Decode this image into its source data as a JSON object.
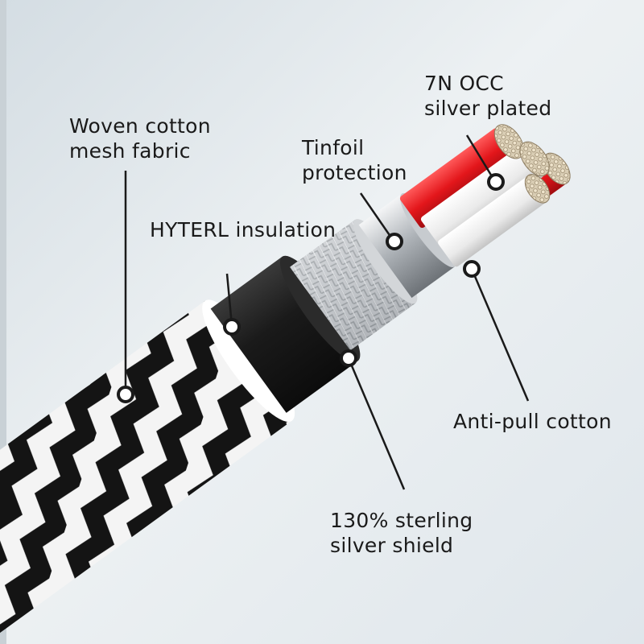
{
  "labels": {
    "occ": {
      "line1": "7N OCC",
      "line2": "silver plated"
    },
    "tinfoil": {
      "line1": "Tinfoil",
      "line2": "protection"
    },
    "woven": {
      "line1": "Woven cotton",
      "line2": "mesh fabric"
    },
    "hyterl": {
      "line1": "HYTERL insulation"
    },
    "anti_pull": {
      "line1": "Anti-pull cotton"
    },
    "shield": {
      "line1": "130% sterling",
      "line2": "silver shield"
    }
  },
  "colors": {
    "background": "#dfe6ea",
    "braid_white": "#f4f4f4",
    "braid_black": "#141414",
    "insulation": "#1b1b1b",
    "shield": "#c9ccd0",
    "foil": "#b7bcc2",
    "red_wire": "#e3161b",
    "white_wire": "#f2f2f2",
    "copper": "#d9cdb4"
  }
}
